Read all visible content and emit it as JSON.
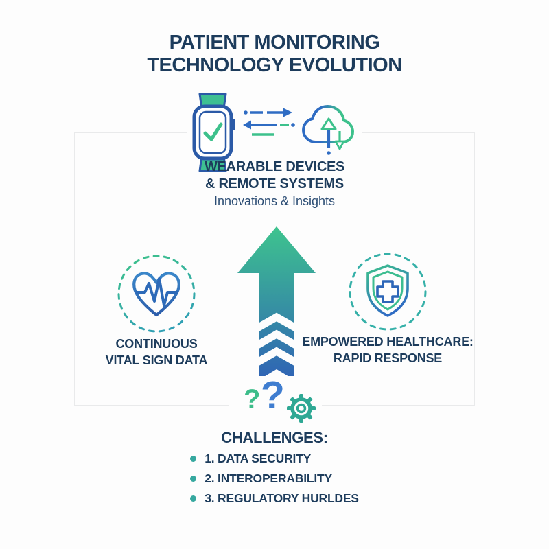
{
  "title": {
    "line1": "PATIENT MONITORING",
    "line2": "TECHNOLOGY EVOLUTION"
  },
  "top_section": {
    "icons": [
      "smartwatch-check-icon",
      "data-sync-arrows-icon",
      "cloud-transfer-icon"
    ],
    "heading_line1": "WEARABLE DEVICES",
    "heading_line2": "& REMOTE SYSTEMS",
    "subheading": "Innovations & Insights"
  },
  "center": {
    "icon": "upward-growth-arrow"
  },
  "left_item": {
    "icon": "heart-ecg-icon",
    "label_line1": "CONTINUOUS",
    "label_line2": "VITAL SIGN DATA"
  },
  "right_item": {
    "icon": "shield-cross-icon",
    "label_line1": "EMPOWERED HEALTHCARE:",
    "label_line2": "RAPID RESPONSE"
  },
  "challenges": {
    "icons": [
      "question-marks-icon",
      "gear-icon"
    ],
    "question_mark_small": "?",
    "question_mark_large": "?",
    "heading": "CHALLENGES:",
    "items": [
      "1. DATA SECURITY",
      "2. INTEROPERABILITY",
      "3. REGULATORY HURLDES"
    ]
  },
  "colors": {
    "navy_text": "#1d3c5c",
    "subtitle_blue": "#2c4d74",
    "green": "#3dc18c",
    "blue": "#2f6cc3",
    "watch_outline_blue": "#2b5aa7",
    "teal": "#36a89f",
    "gear_teal": "#2ea894",
    "arrow_gradient_top": "#3ec48e",
    "arrow_gradient_bottom": "#2f63b5",
    "frame_border": "#e9eaeb"
  }
}
